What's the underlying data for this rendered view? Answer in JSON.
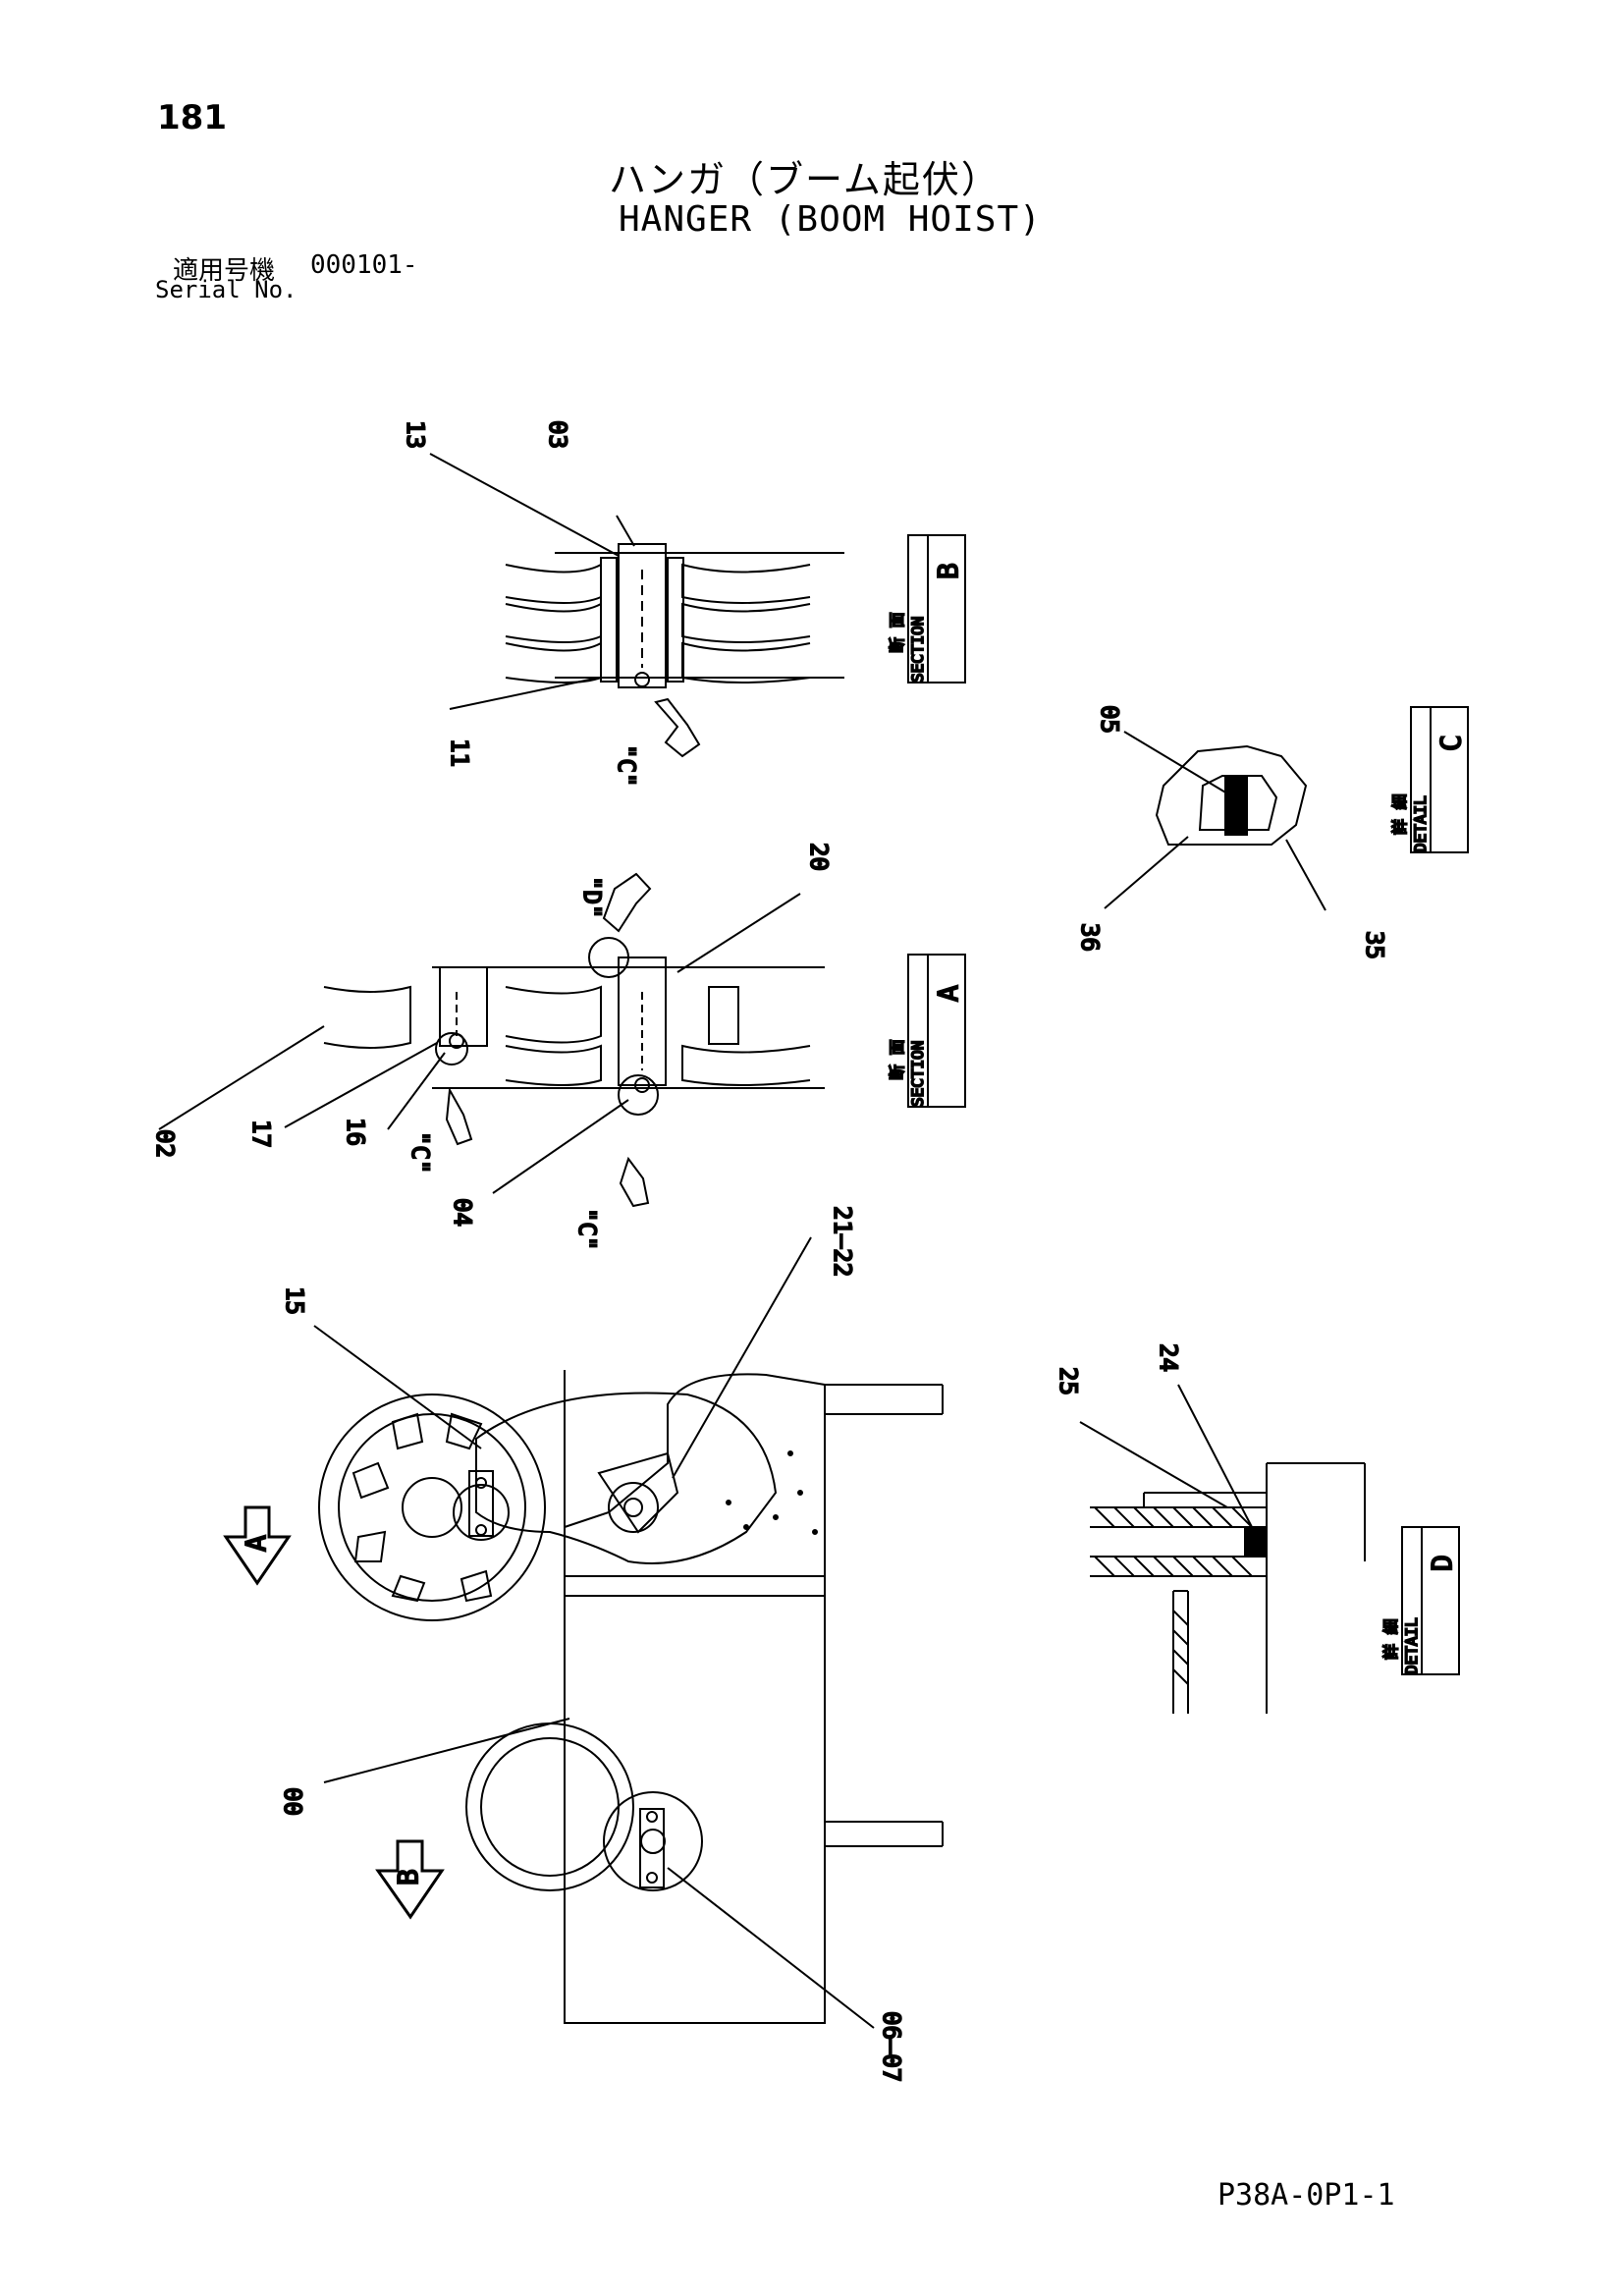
{
  "header": {
    "page_number": "181",
    "title_jp": "ハンガ（ブーム起伏）",
    "title_en": "HANGER (BOOM HOIST)",
    "serial_label_jp": "適用号機",
    "serial_value": "000101-",
    "serial_label_en": "Serial No."
  },
  "callouts": {
    "p13": "13",
    "p03": "03",
    "p11": "11",
    "p05": "05",
    "p36": "36",
    "p35": "35",
    "p20": "20",
    "p02": "02",
    "p17": "17",
    "p16": "16",
    "p04": "04",
    "p15": "15",
    "p21_22": "21–22",
    "p25": "25",
    "p24": "24",
    "p00": "00",
    "p06_07": "06–07"
  },
  "view_refs": {
    "c1": "\"C\"",
    "c2": "\"C\"",
    "c3": "\"C\"",
    "d": "\"D\"",
    "arrow_a": "A",
    "arrow_b": "B"
  },
  "section_boxes": {
    "section_b": {
      "jp": "断 面",
      "en": "SECTION",
      "letter": "B"
    },
    "section_a": {
      "jp": "断 面",
      "en": "SECTION",
      "letter": "A"
    },
    "detail_c": {
      "jp": "詳 細",
      "en": "DETAIL",
      "letter": "C"
    },
    "detail_d": {
      "jp": "詳 細",
      "en": "DETAIL",
      "letter": "D"
    }
  },
  "footer": {
    "doc_code": "P38A-0P1-1"
  }
}
